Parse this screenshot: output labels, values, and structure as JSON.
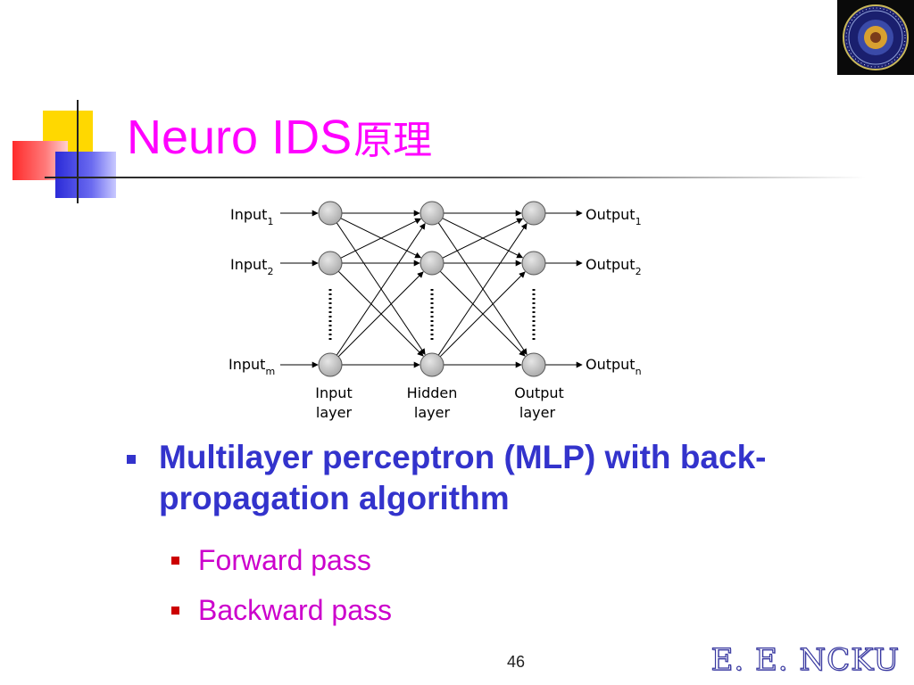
{
  "slide": {
    "title": "Neuro IDS",
    "title_cjk": "原理",
    "page_number": "46",
    "footer_brand": "E. E. NCKU",
    "colors": {
      "title": "#ff00ff",
      "bullet_level1": "#3333cc",
      "bullet_level2": "#cc00cc",
      "bullet_marker_level2": "#cc0000"
    }
  },
  "logo": {
    "icon": "lab-seal-icon"
  },
  "diagram": {
    "inputs": [
      {
        "base": "Input",
        "sub": "1"
      },
      {
        "base": "Input",
        "sub": "2"
      },
      {
        "base": "Input",
        "sub": "m"
      }
    ],
    "outputs": [
      {
        "base": "Output",
        "sub": "1"
      },
      {
        "base": "Output",
        "sub": "2"
      },
      {
        "base": "Output",
        "sub": "n"
      }
    ],
    "layers": [
      {
        "line1": "Input",
        "line2": "layer"
      },
      {
        "line1": "Hidden",
        "line2": "layer"
      },
      {
        "line1": "Output",
        "line2": "layer"
      }
    ]
  },
  "bullets": {
    "main": "Multilayer perceptron (MLP) with back-propagation algorithm",
    "sub": [
      "Forward pass",
      "Backward pass"
    ]
  }
}
